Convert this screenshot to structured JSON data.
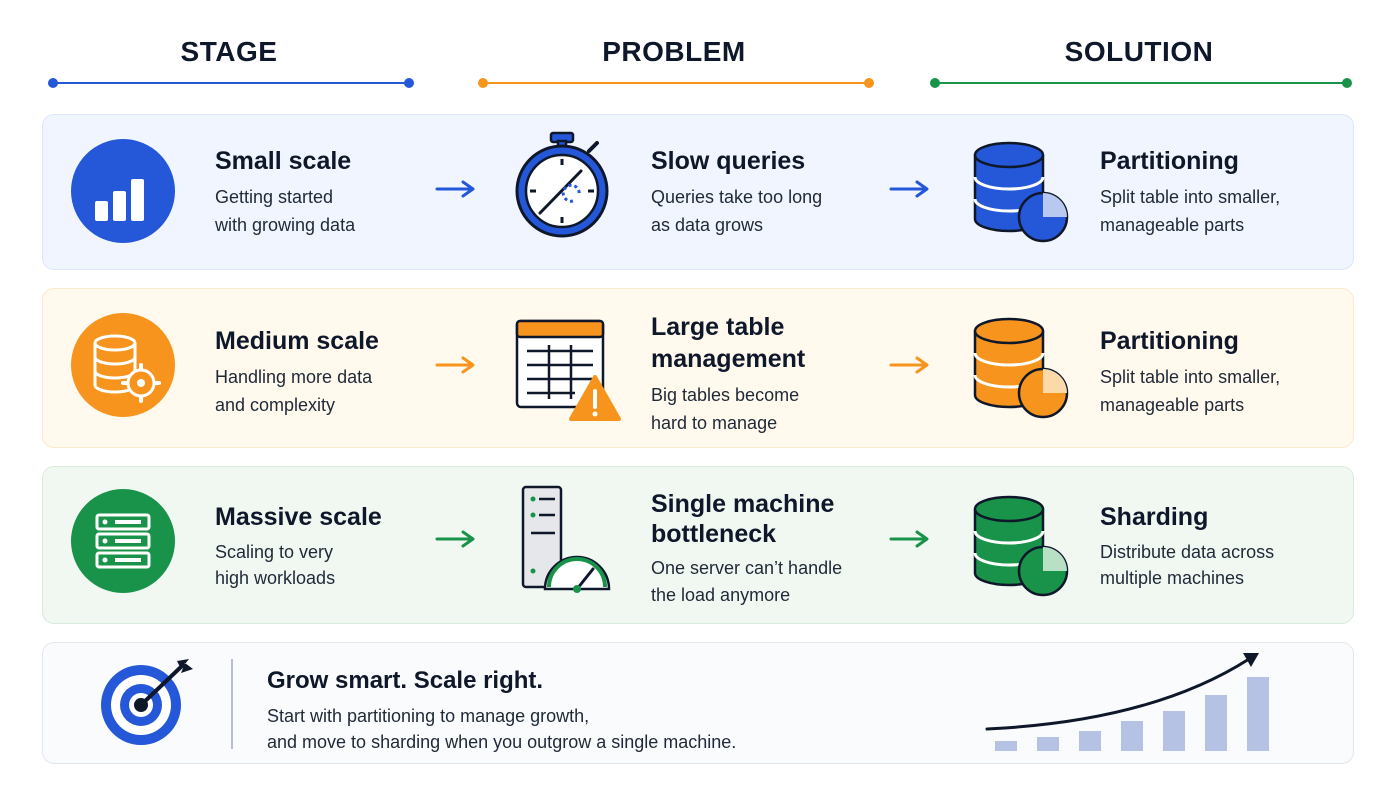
{
  "headers": {
    "stage": "STAGE",
    "problem": "PROBLEM",
    "solution": "SOLUTION"
  },
  "colors": {
    "blue": "#2458d8",
    "orange": "#f7941d",
    "green": "#19934a",
    "navy": "#0f172a"
  },
  "rows": [
    {
      "stage_title": "Small scale",
      "stage_desc_1": "Getting started",
      "stage_desc_2": "with growing data",
      "stage_icon": "bar-chart-icon",
      "problem_title_1": "Slow queries",
      "problem_title_2": "",
      "problem_desc_1": "Queries take too long",
      "problem_desc_2": "as data grows",
      "problem_icon": "stopwatch-icon",
      "solution_title": "Partitioning",
      "solution_desc_1": "Split table into smaller,",
      "solution_desc_2": "manageable parts",
      "solution_icon": "database-pie-icon"
    },
    {
      "stage_title": "Medium scale",
      "stage_desc_1": "Handling more data",
      "stage_desc_2": "and complexity",
      "stage_icon": "database-gear-icon",
      "problem_title_1": "Large table",
      "problem_title_2": "management",
      "problem_desc_1": "Big tables become",
      "problem_desc_2": "hard to manage",
      "problem_icon": "table-warning-icon",
      "solution_title": "Partitioning",
      "solution_desc_1": "Split table into smaller,",
      "solution_desc_2": "manageable parts",
      "solution_icon": "database-pie-icon"
    },
    {
      "stage_title": "Massive scale",
      "stage_desc_1": "Scaling to very",
      "stage_desc_2": "high workloads",
      "stage_icon": "server-stack-icon",
      "problem_title_1": "Single machine",
      "problem_title_2": "bottleneck",
      "problem_desc_1": "One server can’t handle",
      "problem_desc_2": "the load anymore",
      "problem_icon": "server-gauge-icon",
      "solution_title": "Sharding",
      "solution_desc_1": "Distribute data across",
      "solution_desc_2": "multiple machines",
      "solution_icon": "database-pie-icon"
    }
  ],
  "footer": {
    "title": "Grow smart. Scale right.",
    "desc_1": "Start with partitioning to manage growth,",
    "desc_2": "and move to sharding when you outgrow a single machine.",
    "icon": "target-arrow-icon",
    "chart_icon": "growth-chart-icon"
  }
}
